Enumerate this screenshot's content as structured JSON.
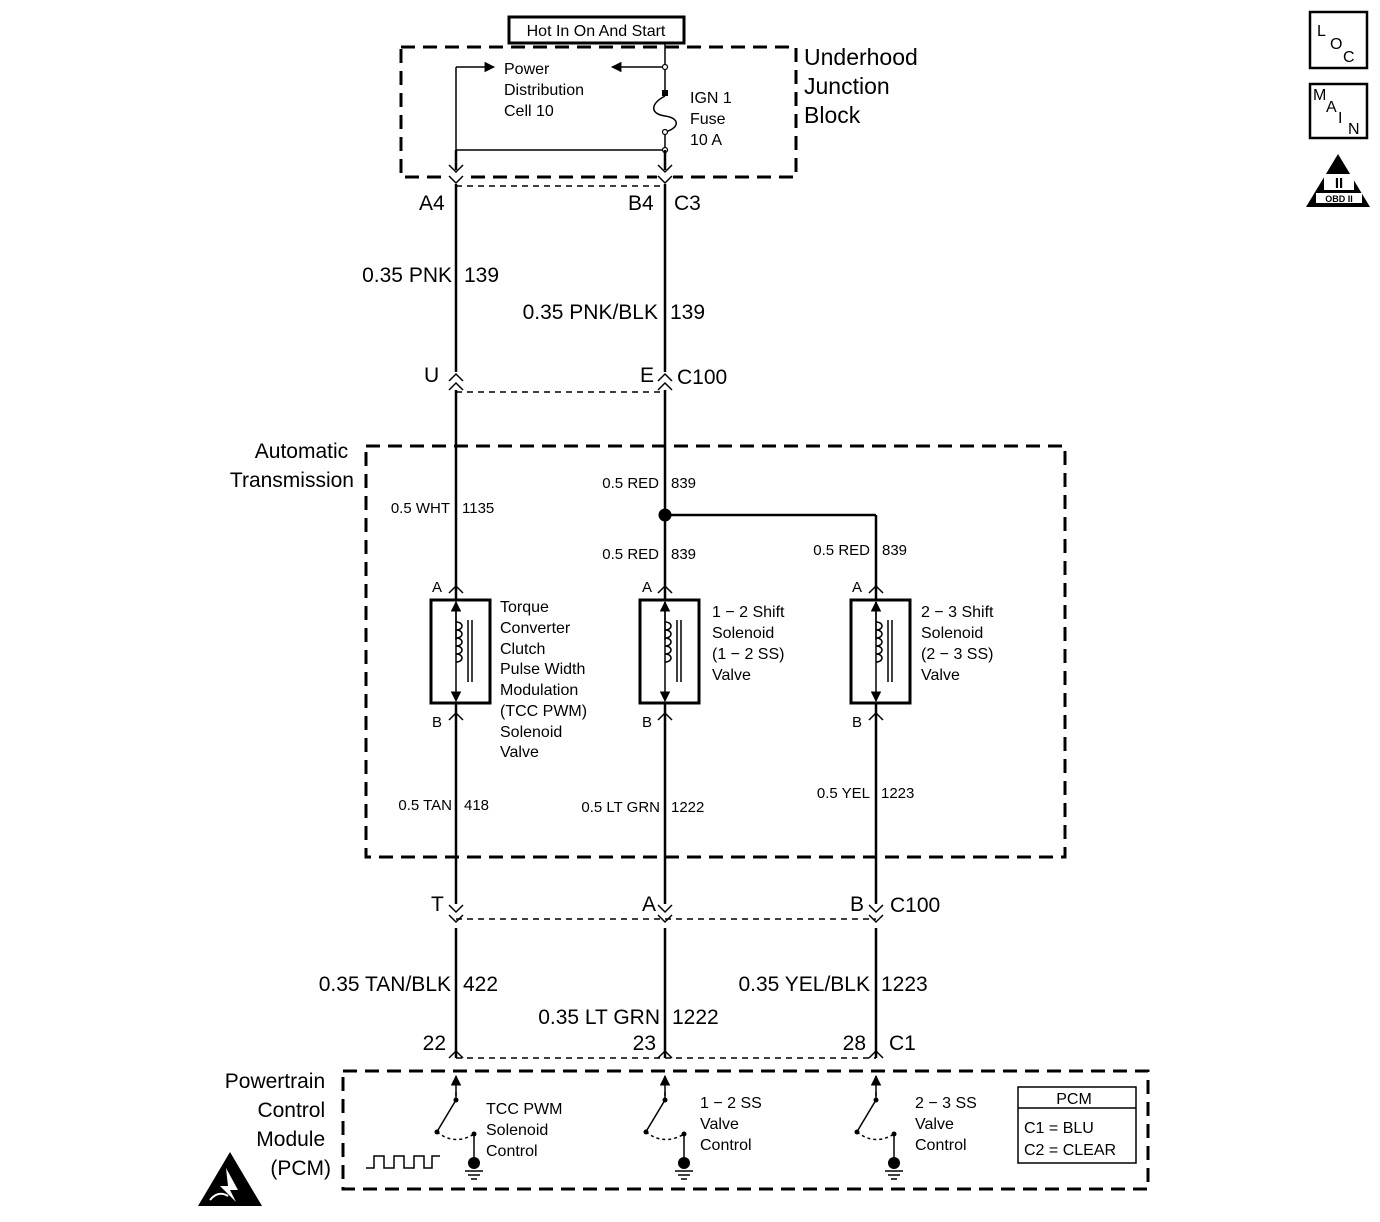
{
  "hot_label": "Hot In On And Start",
  "fuse_block": {
    "title": [
      "Underhood",
      "Junction",
      "Block"
    ],
    "pdc": [
      "Power",
      "Distribution",
      "Cell 10"
    ],
    "fuse": [
      "IGN  1",
      "Fuse",
      "10 A"
    ]
  },
  "top_connectors": {
    "left": "A4",
    "right": "B4",
    "right_id": "C3"
  },
  "upper_wires": {
    "left": {
      "spec": "0.35 PNK",
      "circuit": "139"
    },
    "right": {
      "spec": "0.35 PNK/BLK",
      "circuit": "139"
    }
  },
  "c100_upper": {
    "left": "U",
    "right": "E",
    "id": "C100"
  },
  "transmission": {
    "title": [
      "Automatic",
      "Transmission"
    ],
    "wires_in": {
      "left": {
        "spec": "0.5 WHT",
        "circuit": "1135"
      },
      "trunk": {
        "spec": "0.5 RED",
        "circuit": "839"
      },
      "mid": {
        "spec": "0.5 RED",
        "circuit": "839"
      },
      "right": {
        "spec": "0.5 RED",
        "circuit": "839"
      }
    },
    "solenoids": [
      {
        "pin_a": "A",
        "pin_b": "B",
        "label": [
          "Torque",
          "Converter",
          "Clutch",
          "Pulse Width",
          "Modulation",
          "(TCC PWM)",
          "Solenoid",
          "Valve"
        ]
      },
      {
        "pin_a": "A",
        "pin_b": "B",
        "label": [
          "1 − 2 Shift",
          "Solenoid",
          "(1 − 2 SS)",
          "Valve"
        ]
      },
      {
        "pin_a": "A",
        "pin_b": "B",
        "label": [
          "2 − 3 Shift",
          "Solenoid",
          "(2 − 3 SS)",
          "Valve"
        ]
      }
    ],
    "wires_out": {
      "left": {
        "spec": "0.5 TAN",
        "circuit": "418"
      },
      "mid": {
        "spec": "0.5 LT GRN",
        "circuit": "1222"
      },
      "right": {
        "spec": "0.5 YEL",
        "circuit": "1223"
      }
    }
  },
  "c100_lower": {
    "left": "T",
    "mid": "A",
    "right": "B",
    "id": "C100"
  },
  "lower_wires": {
    "left": {
      "spec": "0.35 TAN/BLK",
      "circuit": "422"
    },
    "mid": {
      "spec": "0.35 LT GRN",
      "circuit": "1222"
    },
    "right": {
      "spec": "0.35 YEL/BLK",
      "circuit": "1223"
    }
  },
  "pcm_pins": {
    "left": "22",
    "mid": "23",
    "right": "28",
    "id": "C1"
  },
  "pcm": {
    "title": [
      "Powertrain",
      "Control",
      "Module",
      "(PCM)"
    ],
    "controls": [
      [
        "TCC PWM",
        "Solenoid",
        "Control"
      ],
      [
        "1 − 2 SS",
        "Valve",
        "Control"
      ],
      [
        "2 − 3 SS",
        "Valve",
        "Control"
      ]
    ],
    "legend": {
      "title": "PCM",
      "rows": [
        "C1 = BLU",
        "C2 = CLEAR"
      ]
    }
  },
  "nav": {
    "loc": [
      "L",
      "O",
      "C"
    ],
    "main": [
      "M",
      "A",
      "I",
      "N"
    ],
    "obd": {
      "numeral": "II",
      "text": "OBD II"
    }
  },
  "icons": [
    "fuse-icon",
    "solenoid-coil-icon",
    "switch-icon",
    "ground-icon",
    "pwm-waveform-icon",
    "esd-warning-icon",
    "obd-ii-icon"
  ]
}
